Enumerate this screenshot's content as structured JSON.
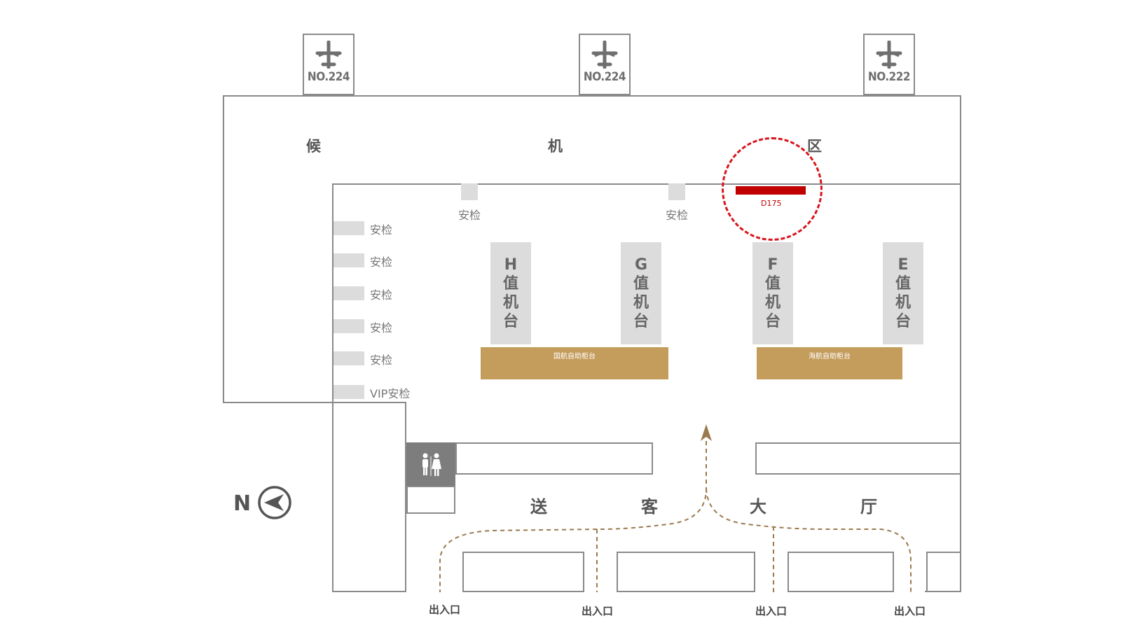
{
  "gates": [
    {
      "label": "NO.224"
    },
    {
      "label": "NO.224"
    },
    {
      "label": "NO.222"
    }
  ],
  "waiting_zone": {
    "chars": [
      "候",
      "机",
      "区"
    ]
  },
  "security": {
    "top": [
      "安检",
      "安检"
    ],
    "left": [
      "安检",
      "安检",
      "安检",
      "安检",
      "安检",
      "VIP安检"
    ]
  },
  "counters": [
    {
      "letter": "H",
      "text": [
        "值",
        "机",
        "台"
      ]
    },
    {
      "letter": "G",
      "text": [
        "值",
        "机",
        "台"
      ]
    },
    {
      "letter": "F",
      "text": [
        "值",
        "机",
        "台"
      ]
    },
    {
      "letter": "E",
      "text": [
        "值",
        "机",
        "台"
      ]
    }
  ],
  "kiosks": [
    {
      "label": "国航自助柜台"
    },
    {
      "label": "海航自助柜台"
    }
  ],
  "ad_spot": {
    "label": "D175",
    "color": "#c00000"
  },
  "hall": {
    "chars": [
      "送",
      "客",
      "大",
      "厅"
    ]
  },
  "exits": [
    "出入口",
    "出入口",
    "出入口",
    "出入口"
  ],
  "compass": {
    "label": "N"
  },
  "icons": {
    "gate": "airplane-icon",
    "restroom": "restroom-icon",
    "compass": "compass-arrow-icon",
    "direction": "direction-arrow"
  },
  "colors": {
    "kiosk": "#c49c5c",
    "ad_spot": "#c00000",
    "counter": "#dcdcdc",
    "path": "#9b7a4f"
  }
}
